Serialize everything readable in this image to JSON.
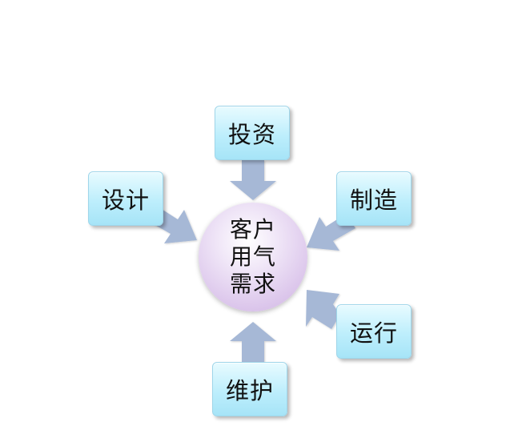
{
  "center": {
    "lines": [
      "客户",
      "用气",
      "需求"
    ]
  },
  "nodes": {
    "invest": "投资",
    "design": "设计",
    "manufacture": "制造",
    "operate": "运行",
    "maintain": "维护"
  },
  "colors": {
    "box_fill": "#bdeefc",
    "arrow": "#a6b8d6",
    "circle": "#ddc8ec"
  }
}
